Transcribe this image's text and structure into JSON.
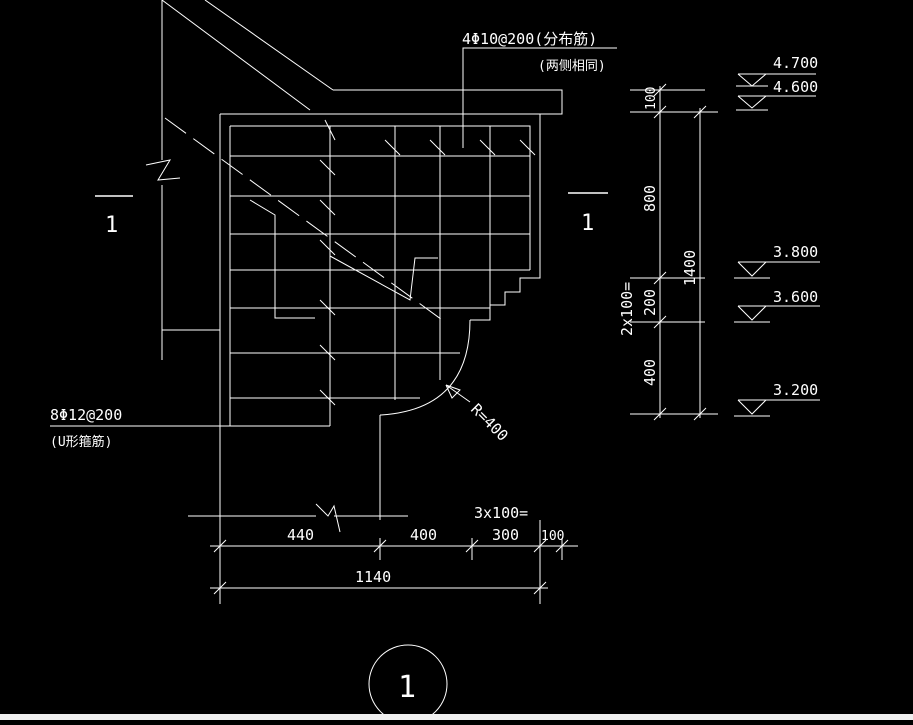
{
  "drawing": {
    "rebar_top": "4Φ10@200(分布筋)",
    "rebar_top_note": "(两侧相同)",
    "rebar_left": "8Φ12@200",
    "rebar_left_note": "(U形箍筋)",
    "radius": "R=400",
    "section_left": "1",
    "section_right": "1",
    "detail_number": "1",
    "dims_bottom": {
      "d440": "440",
      "d400": "400",
      "d3x100": "3x100=",
      "d300": "300",
      "d100": "100",
      "d1140": "1140"
    },
    "dims_right": {
      "d100": "100",
      "d800": "800",
      "d1400": "1400",
      "d2x100": "2x100=",
      "d200": "200",
      "d400": "400"
    },
    "elevations": [
      "4.700",
      "4.600",
      "3.800",
      "3.600",
      "3.200"
    ]
  },
  "colors": {
    "background": "#000000",
    "linework": "#ffffff"
  }
}
